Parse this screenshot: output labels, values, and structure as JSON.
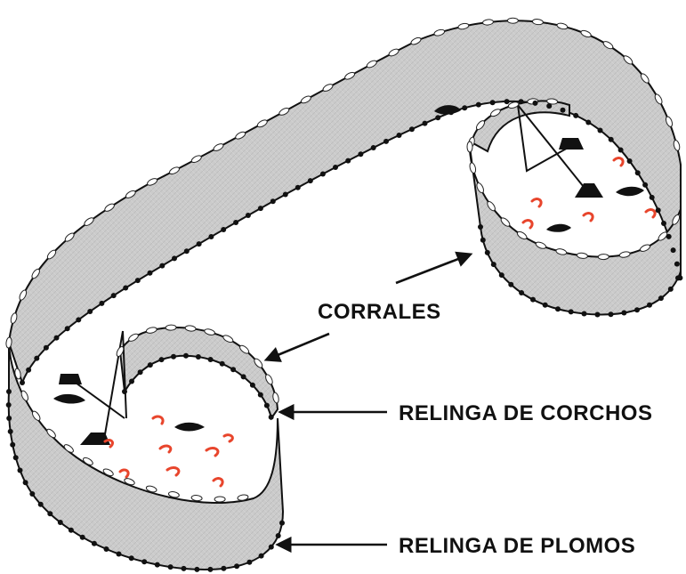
{
  "labels": {
    "corrales": "CORRALES",
    "relinga_corchos": "RELINGA DE CORCHOS",
    "relinga_plomos": "RELINGA DE PLOMOS"
  },
  "colors": {
    "net": "#c9c9c9",
    "outline": "#111111",
    "float": "#ffffff",
    "weight": "#111111",
    "fish_red": "#e8452c",
    "fish_dark": "#111111"
  },
  "icons": [
    "cork-float-icon",
    "lead-weight-icon",
    "anchor-weight-icon",
    "dark-fish-icon",
    "red-fish-icon",
    "arrow-icon"
  ]
}
